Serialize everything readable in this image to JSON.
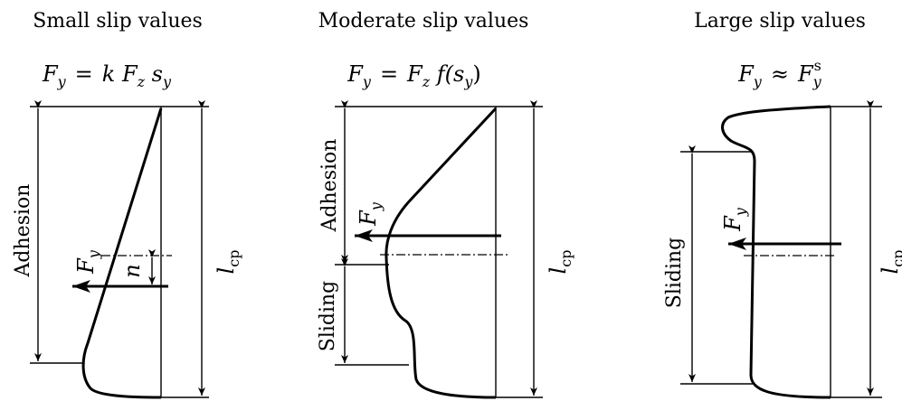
{
  "panels": [
    {
      "title": "Small slip values",
      "formula": {
        "lhs": "F",
        "lhs_sub": "y",
        "op": "=",
        "rhs_parts": [
          "k F",
          "z",
          " s",
          "y"
        ]
      },
      "region_labels": [
        "Adhesion"
      ],
      "force_label": {
        "main": "F",
        "sub": "y"
      },
      "offset_label": "n",
      "length_label": {
        "main": "l",
        "sub": "cp"
      }
    },
    {
      "title": "Moderate slip values",
      "formula": {
        "lhs": "F",
        "lhs_sub": "y",
        "op": "=",
        "rhs_parts": [
          "F",
          "z",
          " f(s",
          "y",
          ")"
        ]
      },
      "region_labels": [
        "Adhesion",
        "Sliding"
      ],
      "force_label": {
        "main": "F",
        "sub": "y"
      },
      "length_label": {
        "main": "l",
        "sub": "cp"
      }
    },
    {
      "title": "Large slip values",
      "formula": {
        "lhs": "F",
        "lhs_sub": "y",
        "op": "≈",
        "rhs_parts": [
          "F",
          "y",
          "s"
        ]
      },
      "region_labels": [
        "Sliding"
      ],
      "force_label": {
        "main": "F",
        "sub": "y"
      },
      "length_label": {
        "main": "l",
        "sub": "cp"
      }
    }
  ]
}
